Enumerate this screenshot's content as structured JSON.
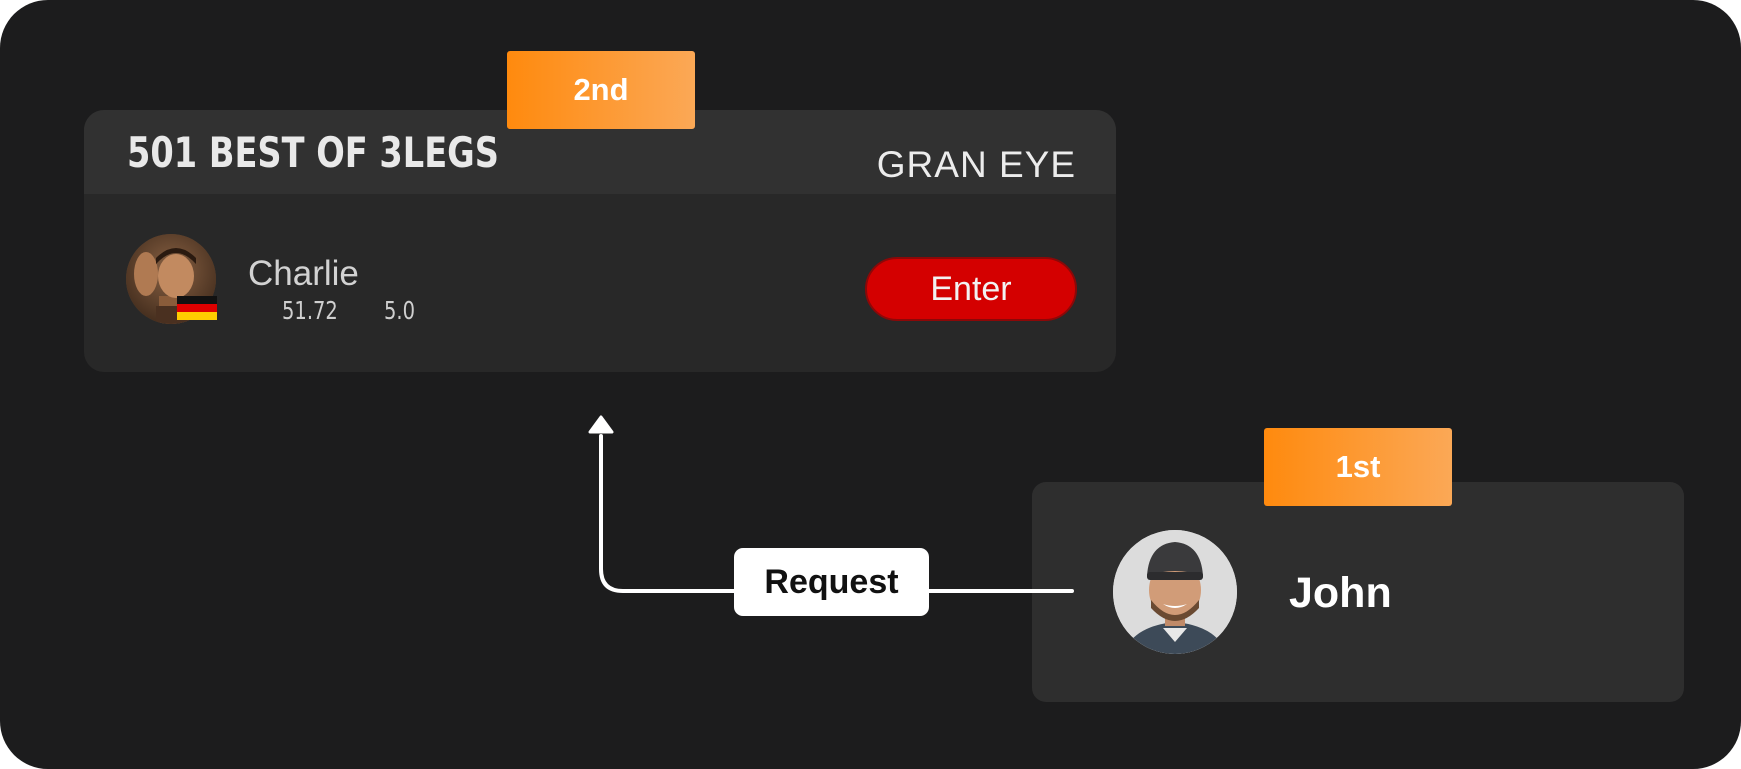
{
  "game_card": {
    "title": "501 BEST OF 3LEGS",
    "opponent": "GRAN EYE",
    "player": {
      "name": "Charlie",
      "average": "51.72",
      "rating": "5.0",
      "flag_icon": "germany-flag-icon"
    },
    "enter_label": "Enter",
    "rank_badge": "2nd"
  },
  "player_card": {
    "name": "John",
    "rank_badge": "1st"
  },
  "connector": {
    "label": "Request"
  },
  "colors": {
    "background": "#1c1c1d",
    "card": "#282828",
    "card_header": "#313131",
    "badge_start": "#ff8a0e",
    "badge_end": "#fba856",
    "enter_button": "#d40000",
    "connector_line": "#ffffff"
  }
}
